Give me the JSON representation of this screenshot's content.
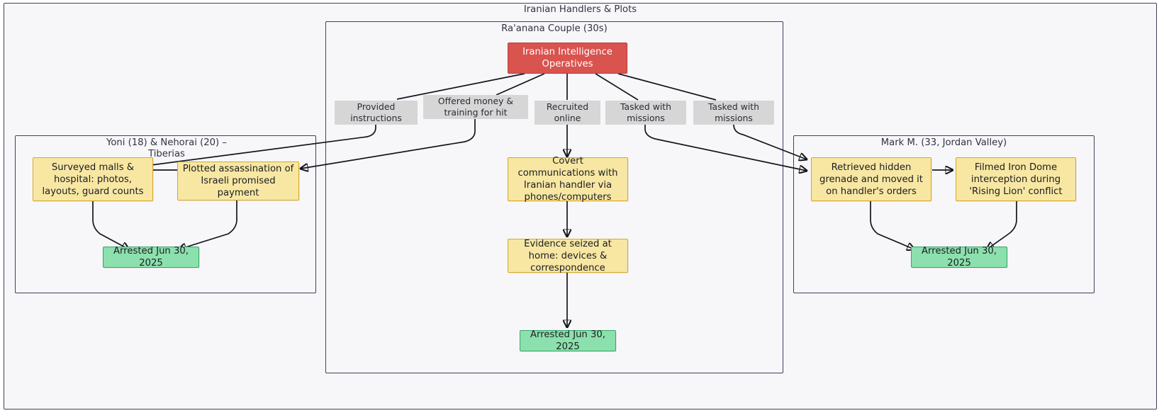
{
  "diagram": {
    "type": "flowchart",
    "direction": "top-down",
    "clusters": [
      {
        "id": "outer",
        "title": "Iranian Handlers & Plots"
      },
      {
        "id": "raanana",
        "title": "Ra'anana Couple (30s)"
      },
      {
        "id": "tiberias",
        "title": "Yoni (18) & Nehorai (20) – Tiberias"
      },
      {
        "id": "mark",
        "title": "Mark M. (33, Jordan Valley)"
      }
    ],
    "nodes": [
      {
        "id": "ops",
        "label": "Iranian Intelligence Operatives",
        "style": "red"
      },
      {
        "id": "surveyed",
        "label": "Surveyed malls & hospital: photos, layouts, guard counts",
        "style": "yellow"
      },
      {
        "id": "plotted",
        "label": "Plotted assassination of Israeli promised payment",
        "style": "yellow"
      },
      {
        "id": "arrest-t",
        "label": "Arrested Jun 30, 2025",
        "style": "green"
      },
      {
        "id": "covert",
        "label": "Covert communications with Iranian handler via phones/computers",
        "style": "yellow"
      },
      {
        "id": "evidence",
        "label": "Evidence seized at home: devices & correspondence",
        "style": "yellow"
      },
      {
        "id": "arrest-r",
        "label": "Arrested Jun 30, 2025",
        "style": "green"
      },
      {
        "id": "grenade",
        "label": "Retrieved hidden grenade and moved it on handler's orders",
        "style": "yellow"
      },
      {
        "id": "filmed",
        "label": "Filmed Iron Dome interception during 'Rising Lion' conflict",
        "style": "yellow"
      },
      {
        "id": "arrest-m",
        "label": "Arrested Jun 30, 2025",
        "style": "green"
      }
    ],
    "edge_labels": [
      {
        "id": "l1",
        "text": "Provided instructions"
      },
      {
        "id": "l2",
        "text": "Offered money & training for hit"
      },
      {
        "id": "l3",
        "text": "Recruited online"
      },
      {
        "id": "l4",
        "text": "Tasked with missions"
      },
      {
        "id": "l5",
        "text": "Tasked with missions"
      }
    ],
    "colors": {
      "red_fill": "#d9534f",
      "red_stroke": "#b8423f",
      "yellow_fill": "#f7e7a3",
      "yellow_stroke": "#d6a827",
      "green_fill": "#8ce0ad",
      "green_stroke": "#33a866",
      "cluster_fill": "#f7f7fa",
      "cluster_stroke": "#40405c",
      "edge_stroke": "#15151c",
      "edge_label_bg": "#d6d6d6"
    }
  }
}
